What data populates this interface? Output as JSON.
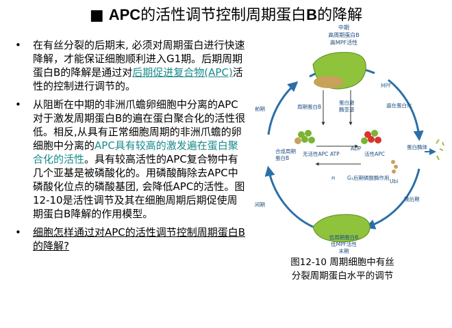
{
  "title": {
    "icon": "square-bullet",
    "prefix": "APC",
    "middle": "的活性调节控制周期蛋白",
    "bold2": "B",
    "suffix": "的降解"
  },
  "bullets": [
    {
      "pre": "在有丝分裂的后期末, 必须对周期蛋白进行快速降解，才能保证细胞顺利进入G1期。后期周期蛋白B的降解是通过对",
      "link": "后期促进复合物(APC)",
      "post": "活性的控制进行调节的。"
    },
    {
      "pre": "从阻断在中期的非洲爪蟾卵细胞中分离的APC对于激发周期蛋白B的遍在蛋白聚合化的活性很低。相反,从具有正常细胞周期的非洲爪蟾的卵细胞中分离的",
      "highlight": "APC具有较高的激发遍在蛋白聚合化的活性",
      "post": "。具有较高活性的APC复合物中有几个亚基是被磷酸化的。用磷酸酶除去APC中磷酸化位点的磷酸基团, 会降低APC的活性。图12-10是活性调节及其在细胞周期后期促使周期蛋白B降解的作用模型。"
    },
    {
      "question": "细胞怎样通过对APC的活性调节控制周期蛋白B的降解?"
    }
  ],
  "diagram": {
    "top_labels": [
      "中期",
      "高周期蛋白B",
      "高MPF活性"
    ],
    "mpf": "MPF",
    "cyclin_b_left": "周期蛋白B",
    "ubiquitin_enzyme": [
      "蛋白激",
      "酶亚基"
    ],
    "ubiquitinated": "遍在蛋白化",
    "prophase": "前期",
    "synth_cyclin": [
      "合成周期",
      "蛋白B"
    ],
    "inactive_apc": "无活性APC",
    "atp": "ATP",
    "adp": "ADP",
    "active_apc": "活性APC",
    "proteasome": "蛋白酶体",
    "ubi": "Ubi",
    "pi": "Pi",
    "g1_phosphatase": "G₁后期磷酸酶作用",
    "late_anaphase": "晚后期",
    "interphase": "间期",
    "bottom_labels": [
      "低周期蛋白B",
      "低MPF活性",
      "末期"
    ],
    "colors": {
      "green": "#8fc33c",
      "arrow": "#2a6fa8",
      "apc_green": "#7bb432",
      "apc_red": "#d8342c",
      "tan": "#c7a25b"
    }
  },
  "caption": [
    "图12-10 周期细胞中有丝",
    "分裂周期蛋白水平的调节"
  ]
}
